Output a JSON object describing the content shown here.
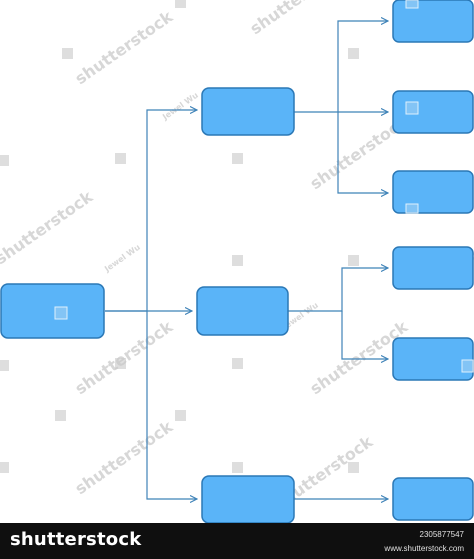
{
  "diagram": {
    "node_fill": "#5ab4f8",
    "node_stroke": "#2b78b6",
    "edge_color": "#3f83b8",
    "nodes": [
      {
        "id": "root",
        "label": ""
      },
      {
        "id": "branch-top",
        "label": ""
      },
      {
        "id": "branch-middle",
        "label": ""
      },
      {
        "id": "branch-bottom",
        "label": ""
      },
      {
        "id": "leaf-1",
        "label": ""
      },
      {
        "id": "leaf-2",
        "label": ""
      },
      {
        "id": "leaf-3",
        "label": ""
      },
      {
        "id": "leaf-4",
        "label": ""
      },
      {
        "id": "leaf-5",
        "label": ""
      },
      {
        "id": "leaf-6",
        "label": ""
      }
    ],
    "edges": [
      {
        "from": "root",
        "to": "branch-top"
      },
      {
        "from": "root",
        "to": "branch-middle"
      },
      {
        "from": "root",
        "to": "branch-bottom"
      },
      {
        "from": "branch-top",
        "to": "leaf-1"
      },
      {
        "from": "branch-top",
        "to": "leaf-2"
      },
      {
        "from": "branch-top",
        "to": "leaf-3"
      },
      {
        "from": "branch-middle",
        "to": "leaf-4"
      },
      {
        "from": "branch-middle",
        "to": "leaf-5"
      },
      {
        "from": "branch-bottom",
        "to": "leaf-6"
      }
    ]
  },
  "watermark": {
    "brand": "shutterstock",
    "author": "Jewel Wu"
  },
  "footer": {
    "brand": "shutterstock",
    "site": "www.shutterstock.com",
    "image_id": "2305877547"
  }
}
